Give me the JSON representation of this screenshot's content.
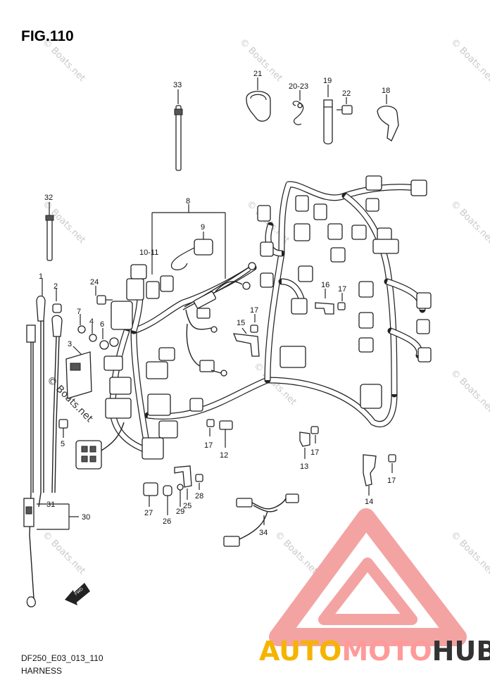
{
  "figure": {
    "title": "FIG.110",
    "code": "DF250_E03_013_110",
    "name": "HARNESS"
  },
  "watermark": "© Boats.net",
  "part_labels": [
    {
      "id": "p1",
      "text": "1"
    },
    {
      "id": "p2",
      "text": "2"
    },
    {
      "id": "p3",
      "text": "3"
    },
    {
      "id": "p4",
      "text": "4"
    },
    {
      "id": "p5",
      "text": "5"
    },
    {
      "id": "p6",
      "text": "6"
    },
    {
      "id": "p7",
      "text": "7"
    },
    {
      "id": "p8",
      "text": "8"
    },
    {
      "id": "p9",
      "text": "9"
    },
    {
      "id": "p10",
      "text": "10-11"
    },
    {
      "id": "p12",
      "text": "12"
    },
    {
      "id": "p13",
      "text": "13"
    },
    {
      "id": "p14",
      "text": "14"
    },
    {
      "id": "p15",
      "text": "15"
    },
    {
      "id": "p16",
      "text": "16"
    },
    {
      "id": "p17a",
      "text": "17"
    },
    {
      "id": "p17b",
      "text": "17"
    },
    {
      "id": "p17c",
      "text": "17"
    },
    {
      "id": "p17d",
      "text": "17"
    },
    {
      "id": "p17e",
      "text": "17"
    },
    {
      "id": "p18",
      "text": "18"
    },
    {
      "id": "p19",
      "text": "19"
    },
    {
      "id": "p20",
      "text": "20-23"
    },
    {
      "id": "p21",
      "text": "21"
    },
    {
      "id": "p22",
      "text": "22"
    },
    {
      "id": "p24",
      "text": "24"
    },
    {
      "id": "p25",
      "text": "25"
    },
    {
      "id": "p26",
      "text": "26"
    },
    {
      "id": "p27",
      "text": "27"
    },
    {
      "id": "p28",
      "text": "28"
    },
    {
      "id": "p29",
      "text": "29"
    },
    {
      "id": "p30",
      "text": "30"
    },
    {
      "id": "p31",
      "text": "31"
    },
    {
      "id": "p32",
      "text": "32"
    },
    {
      "id": "p33",
      "text": "33"
    },
    {
      "id": "p34",
      "text": "34"
    }
  ],
  "fwd_label": "FWD",
  "logo": {
    "word_part1": "AUTO",
    "word_part2": "MOTO",
    "word_part3": "HUB",
    "color_part1": "#f5b400",
    "color_part2": "#ff9a9a",
    "color_part3": "#333333",
    "triangle_color": "#f4a3a3"
  }
}
